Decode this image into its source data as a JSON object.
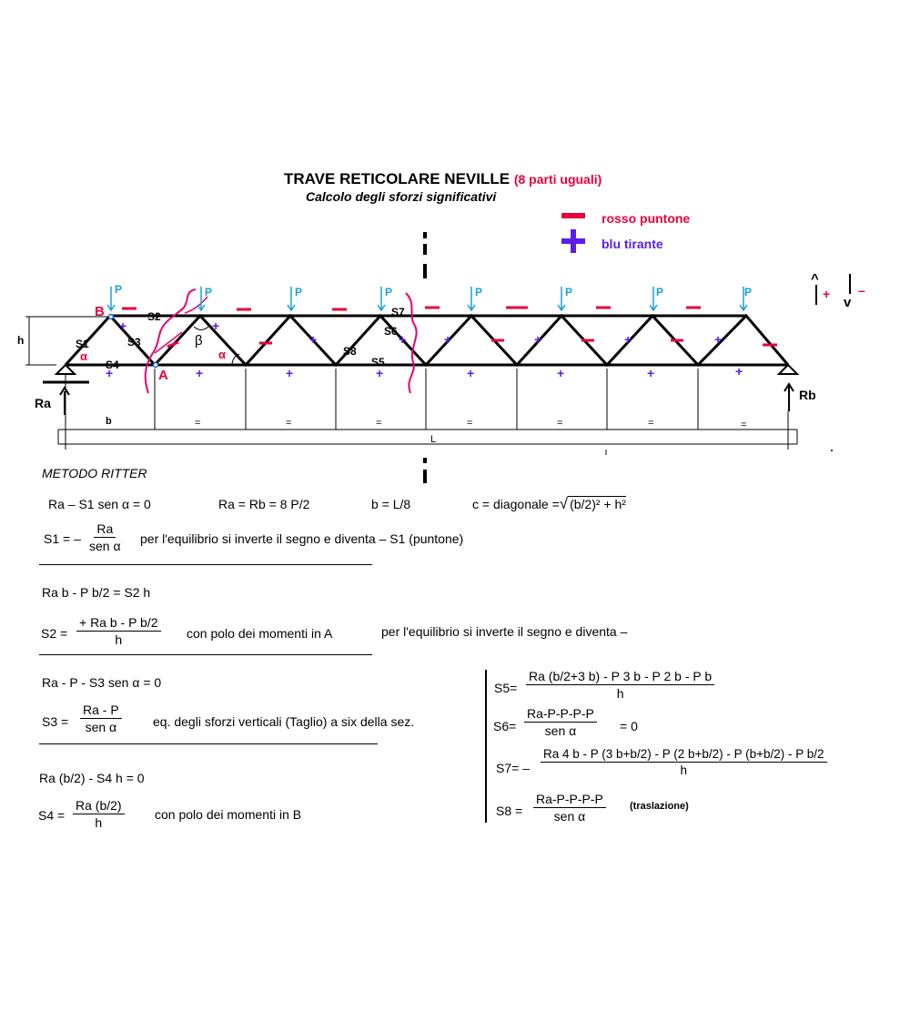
{
  "header": {
    "title": "TRAVE RETICOLARE NEVILLE",
    "title_note": "(8 parti uguali)",
    "subtitle": "Calcolo degli sforzi significativi"
  },
  "legend": {
    "red_label": "rosso puntone",
    "blue_label": "blu tirante",
    "sign_up_symbol": "^",
    "sign_down_symbol": "v",
    "sign_plus": "+",
    "sign_minus": "–"
  },
  "truss": {
    "load_label": "P",
    "node_b": "B",
    "node_a": "A",
    "bars": [
      "S1",
      "S2",
      "S3",
      "S4",
      "S5",
      "S6",
      "S7",
      "S8"
    ],
    "height_label": "h",
    "angle_alpha": "α",
    "angle_beta": "β",
    "support_left": "Ra",
    "support_right": "Rb",
    "bay_label": "b",
    "equal_mark": "=",
    "span_label": "L",
    "plus": "+"
  },
  "method": {
    "title": "METODO RITTER",
    "eq1": "Ra – S1 sen α = 0",
    "eq2": "Ra = Rb = 8 P/2",
    "eq3": "b = L/8",
    "eq4_lhs": "c = diagonale =",
    "eq4_rad": "(b/2)² + h²",
    "s1_lhs": "S1 = –",
    "s1_num": "Ra",
    "s1_den": "sen α",
    "s1_note": "per l'equilibrio si inverte il segno e diventa  – S1  (puntone)",
    "s2_eq": "Ra b  -  P  b/2   =  S2  h",
    "s2_lhs": "S2  =",
    "s2_num": "+ Ra b  -  P  b/2",
    "s2_den": "h",
    "s2_pole": "con polo dei momenti in A",
    "s2_note": "per l'equilibrio si inverte il segno e diventa  –",
    "s3_eq": "Ra - P  -  S3  sen α = 0",
    "s3_lhs": "S3   =",
    "s3_num": "Ra - P",
    "s3_den": "sen α",
    "s3_note": "eq. degli sforzi verticali (Taglio) a six della sez.",
    "s4_eq": "Ra (b/2)  -  S4  h = 0",
    "s4_lhs": "S4 =",
    "s4_num": "Ra  (b/2)",
    "s4_den": "h",
    "s4_note": "con polo dei momenti in  B",
    "s5_lhs": "S5=",
    "s5_num": "Ra  (b/2+3 b)  - P  3  b  - P  2  b  - P  b",
    "s5_den": "h",
    "s6_lhs": "S6=",
    "s6_num": "Ra-P-P-P-P",
    "s6_den": "sen α",
    "s6_rhs": "= 0",
    "s7_lhs": "S7=  –",
    "s7_num": "Ra  4  b  - P  (3 b+b/2)  - P  (2  b+b/2)  - P  (b+b/2)  - P  b/2",
    "s7_den": "h",
    "s8_lhs": "S8  =",
    "s8_num": "Ra-P-P-P-P",
    "s8_den": "sen α",
    "s8_note": "(traslazione)"
  },
  "colors": {
    "strut": "#e8003d",
    "tie": "#5b1ee8",
    "load": "#1aa0d8",
    "section_cut": "#e8006f"
  }
}
